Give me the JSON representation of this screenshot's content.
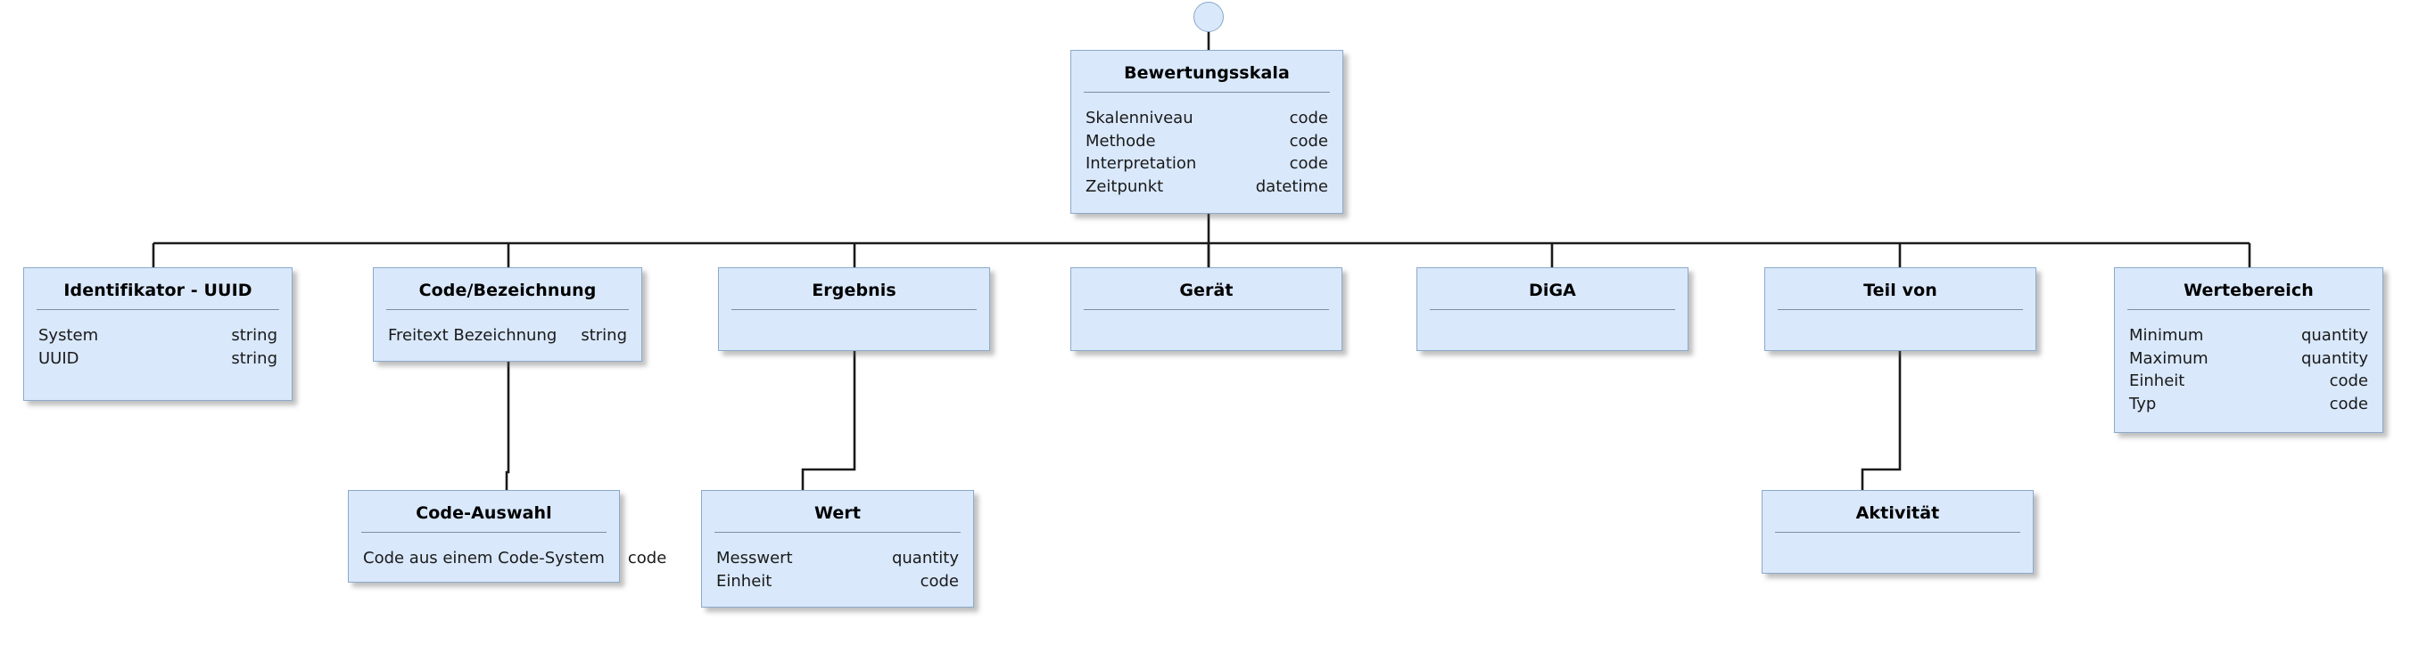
{
  "diagram": {
    "title_text": "",
    "colors": {
      "box_fill": "#d9e8fb",
      "box_border": "#8ca9c9",
      "divider": "#7f8d9c",
      "edge": "#1a1a1a",
      "background": "#ffffff"
    },
    "lollipop": {
      "name": "interface-lollipop"
    },
    "root": {
      "title": "Bewertungsskala",
      "attributes": [
        {
          "name": "Skalenniveau",
          "type": "code"
        },
        {
          "name": "Methode",
          "type": "code"
        },
        {
          "name": "Interpretation",
          "type": "code"
        },
        {
          "name": "Zeitpunkt",
          "type": "datetime"
        }
      ]
    },
    "children": [
      {
        "key": "identifikator-uuid",
        "title": "Identifikator - UUID",
        "attributes": [
          {
            "name": "System",
            "type": "string"
          },
          {
            "name": "UUID",
            "type": "string"
          }
        ]
      },
      {
        "key": "code-bezeichnung",
        "title": "Code/Bezeichnung",
        "attributes": [
          {
            "name": "Freitext Bezeichnung",
            "type": "string"
          }
        ]
      },
      {
        "key": "ergebnis",
        "title": "Ergebnis",
        "attributes": []
      },
      {
        "key": "geraet",
        "title": "Gerät",
        "attributes": []
      },
      {
        "key": "diga",
        "title": "DiGA",
        "attributes": []
      },
      {
        "key": "teil-von",
        "title": "Teil von",
        "attributes": []
      },
      {
        "key": "wertebereich",
        "title": "Wertebereich",
        "attributes": [
          {
            "name": "Minimum",
            "type": "quantity"
          },
          {
            "name": "Maximum",
            "type": "quantity"
          },
          {
            "name": "Einheit",
            "type": "code"
          },
          {
            "name": "Typ",
            "type": "code"
          }
        ]
      }
    ],
    "grandchildren": [
      {
        "key": "code-auswahl",
        "title": "Code-Auswahl",
        "parent": "code-bezeichnung",
        "attributes": [
          {
            "name": "Code aus einem Code-System",
            "type": "code"
          }
        ]
      },
      {
        "key": "wert",
        "title": "Wert",
        "parent": "ergebnis",
        "attributes": [
          {
            "name": "Messwert",
            "type": "quantity"
          },
          {
            "name": "Einheit",
            "type": "code"
          }
        ]
      },
      {
        "key": "aktivitaet",
        "title": "Aktivität",
        "parent": "teil-von",
        "attributes": []
      }
    ]
  }
}
